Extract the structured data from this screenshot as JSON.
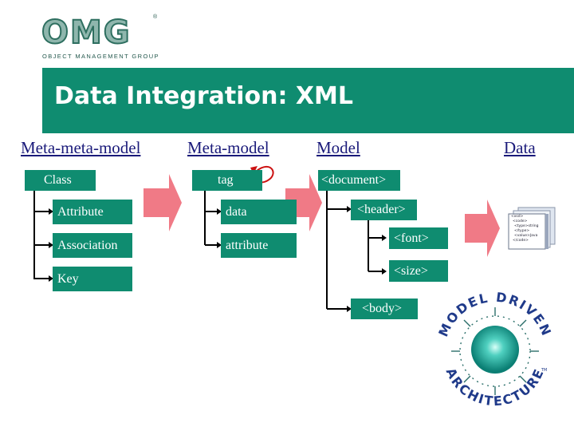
{
  "logo": {
    "letters": "OMG",
    "subtitle": "OBJECT MANAGEMENT GROUP",
    "registered": "®"
  },
  "title": "Data Integration: XML",
  "columns": {
    "meta_meta_model": "Meta-meta-model",
    "meta_model": "Meta-model",
    "model": "Model",
    "data": "Data"
  },
  "meta_meta_model": {
    "class": "Class",
    "attribute": "Attribute",
    "association": "Association",
    "key": "Key"
  },
  "meta_model": {
    "tag": "tag",
    "data": "data",
    "attribute": "attribute"
  },
  "model": {
    "document": "<document>",
    "header": "<header>",
    "font": "<font>",
    "size": "<size>",
    "body": "<body>"
  },
  "data_icon": {
    "lines": [
      "<xsd>",
      "<code>",
      "<type>string",
      "</type>",
      "<value>Java",
      "</code>"
    ]
  },
  "mda_logo": {
    "top_text": "MODEL DRIVEN",
    "bottom_text": "ARCHITECTURE",
    "trademark": "TM"
  },
  "colors": {
    "band": "#0f8c70",
    "arrow": "#f07a86",
    "heading": "#1a1a7a",
    "loop": "#cc1111"
  }
}
